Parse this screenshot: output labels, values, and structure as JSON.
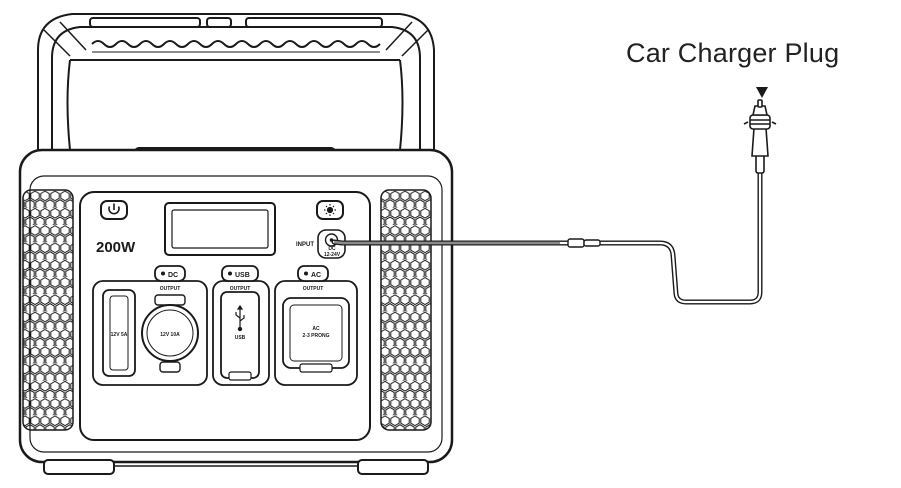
{
  "diagram": {
    "callout_label": "Car Charger Plug",
    "power_rating": "200W",
    "input_label": "INPUT",
    "dc_input_port_label": "DC\n12-24V",
    "output_sections": [
      {
        "id": "dc",
        "tag": "DC",
        "caption": "OUTPUT"
      },
      {
        "id": "usb",
        "tag": "USB",
        "caption": "OUTPUT"
      },
      {
        "id": "ac",
        "tag": "AC",
        "caption": "OUTPUT"
      }
    ],
    "ports": {
      "dc_5a": "12V 5A",
      "cig_10a": "12V 10A",
      "usb": "USB",
      "ac_line1": "AC",
      "ac_line2": "2-3 PRONG"
    }
  },
  "colors": {
    "line": "#1a1a1a",
    "body_fill": "#ffffff",
    "cable_highlight": "#8a8a8a"
  },
  "icons": [
    "power-button-icon",
    "light-button-icon",
    "usb-symbol-icon",
    "arrow-down-icon"
  ]
}
